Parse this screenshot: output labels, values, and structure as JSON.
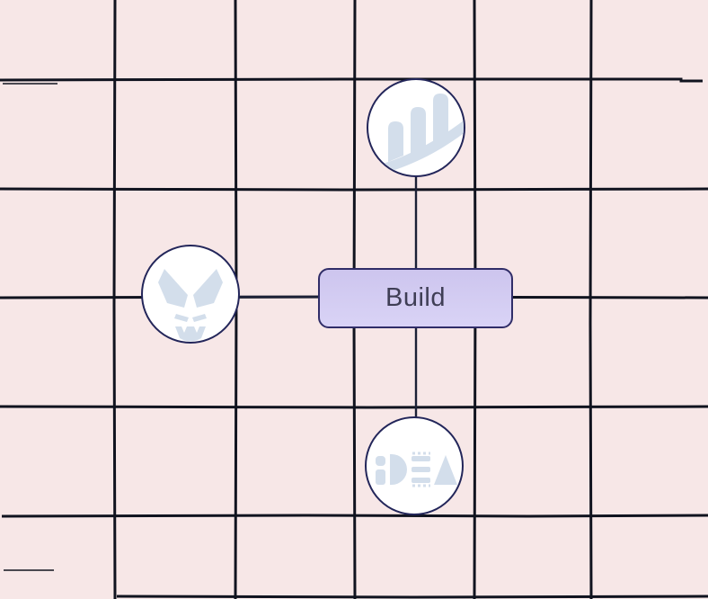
{
  "diagram": {
    "build_button": {
      "label": "Build"
    },
    "nodes": [
      {
        "id": "analytics",
        "icon": "bar-chart-growth-icon"
      },
      {
        "id": "cat",
        "icon": "cat-face-icon"
      },
      {
        "id": "idea",
        "icon": "idea-logo-icon"
      }
    ],
    "colors": {
      "background": "#f7e7e7",
      "grid_line": "#10131f",
      "connector": "#1b2036",
      "node_fill": "#ffffff",
      "node_border": "#23265a",
      "icon": "#d3deeb",
      "button_fill_top": "#cdc5ee",
      "button_fill_bottom": "#d9d3f6",
      "button_border": "#302d68",
      "button_text": "#3f3e55"
    }
  }
}
